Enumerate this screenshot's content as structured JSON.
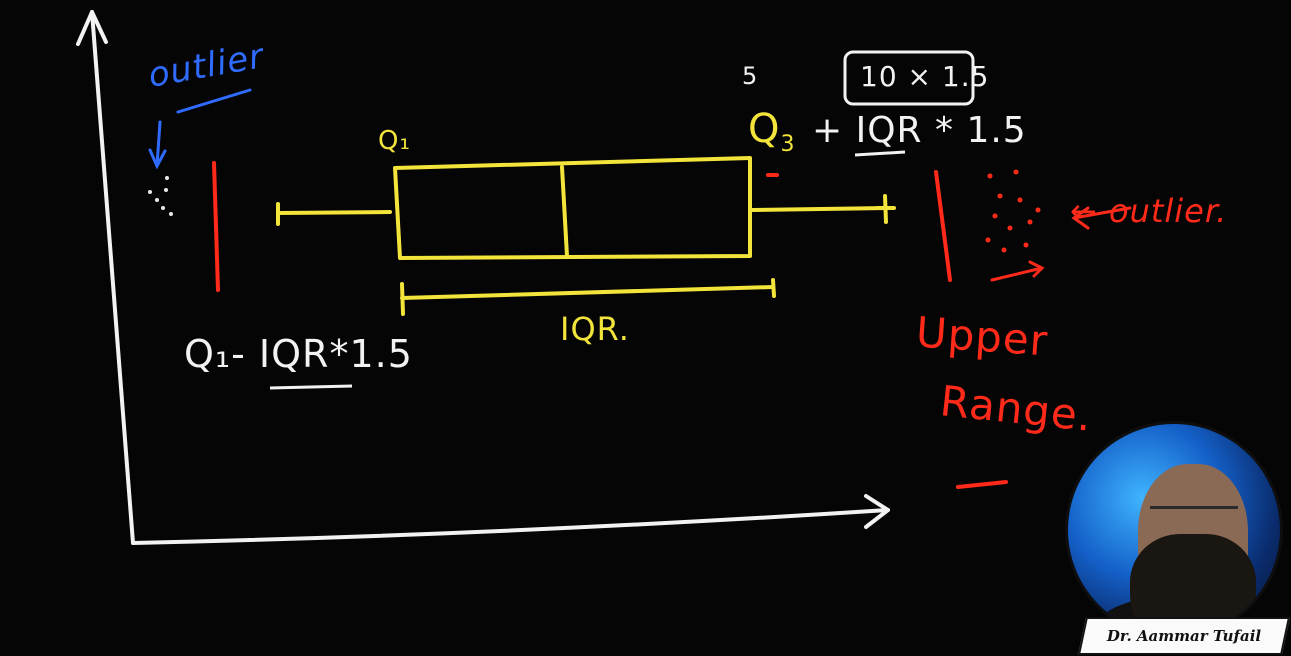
{
  "colors": {
    "axes": "#f2f2f2",
    "box": "#f2e43a",
    "lower_fence": "#ff2a1a",
    "upper_fence": "#ff2a1a",
    "blue_note": "#2f6bff"
  },
  "annotations": {
    "outlier_left": "outlier",
    "q1_label": "Q₁",
    "q3_formula_q": "Q",
    "q3_formula_sub": "3",
    "q3_formula_rest": "+ IQR * 1.5",
    "small_five": "5",
    "boxed_formula": "10 × 1.5",
    "iqr_label": "IQR.",
    "lower_formula": "Q₁- IQR*1.5",
    "outlier_right": "← outlier.",
    "upper_range_line1": "Upper",
    "upper_range_line2": "Range."
  },
  "presenter": {
    "name": "Dr. Aammar Tufail"
  }
}
